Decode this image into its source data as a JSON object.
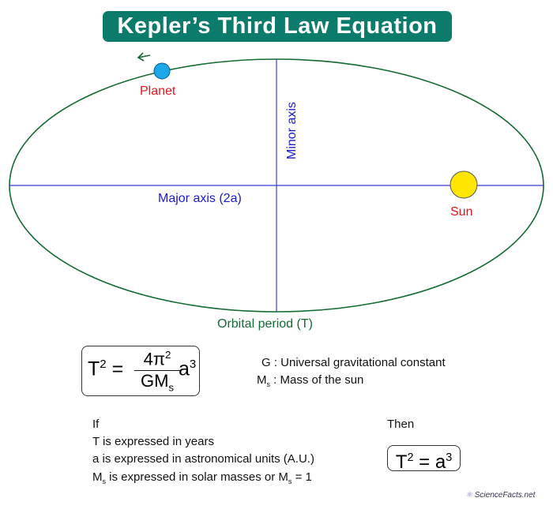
{
  "title": "Kepler’s Third Law Equation",
  "labels": {
    "planet": "Planet",
    "sun": "Sun",
    "minor_axis": "Minor axis",
    "major_axis": "Major axis (2a)",
    "orbital_period": "Orbital period (T)"
  },
  "equation": {
    "lhs": "T",
    "lhs_exp": "2",
    "eq": "=",
    "num": "4π",
    "num_exp": "2",
    "den": "GM",
    "den_sub": "s",
    "rhs": "a",
    "rhs_exp": "3"
  },
  "legend": {
    "g_sym": "G",
    "g_desc": ": Universal gravitational constant",
    "m_sym": "M",
    "m_sub": "s",
    "m_desc": ": Mass of the sun"
  },
  "conditions": {
    "if": "If",
    "line1": "T is expressed in years",
    "line2": "a is expressed in astronomical units (A.U.)",
    "line3_a": "M",
    "line3_sub": "s",
    "line3_b": " is expressed in solar masses or M",
    "line3_sub2": "s",
    "line3_c": " = 1"
  },
  "result": {
    "then": "Then",
    "lhs": "T",
    "lhs_exp": "2",
    "eq": "=",
    "rhs": "a",
    "rhs_exp": "3"
  },
  "logo": "ScienceFacts.net",
  "colors": {
    "title_bg": "#0b7b6c",
    "orbit": "#136a32",
    "axis": "#3b3bd6",
    "planet": "#1ba7e8",
    "sun": "#ffe600"
  }
}
